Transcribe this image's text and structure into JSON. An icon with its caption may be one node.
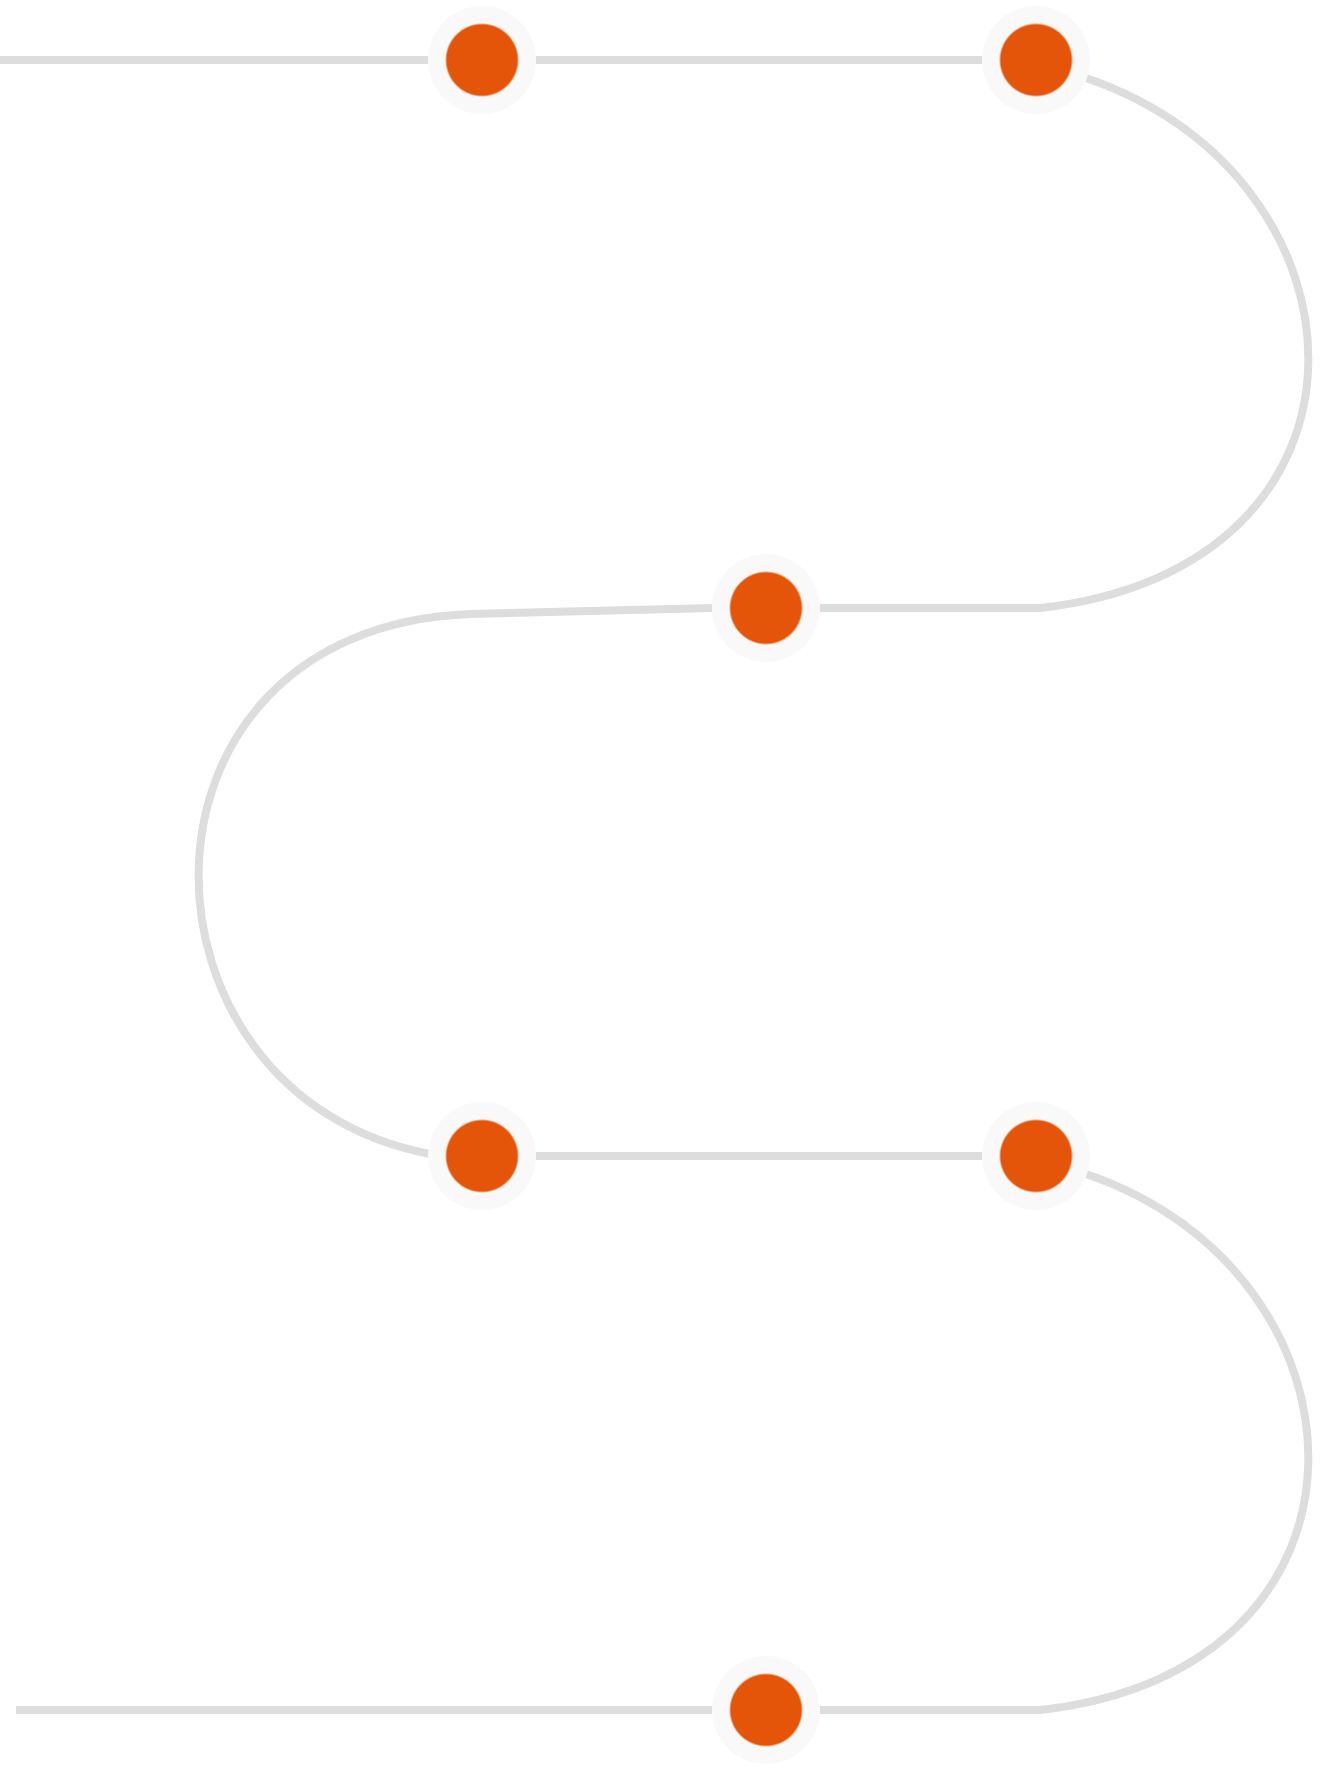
{
  "diagram": {
    "nodes": [
      {
        "text": [],
        "shape": "circle"
      },
      {
        "text": [],
        "shape": "circle"
      },
      {
        "text": [],
        "shape": "circle"
      },
      {
        "text": [],
        "shape": "circle"
      },
      {
        "text": [],
        "shape": "circle"
      },
      {
        "text": [],
        "shape": "circle"
      }
    ],
    "edges": [
      {
        "from": null,
        "to": 0,
        "arrow": "none"
      },
      {
        "from": 0,
        "to": 1,
        "arrow": "none"
      },
      {
        "from": 1,
        "to": 2,
        "arrow": "none"
      },
      {
        "from": 2,
        "to": 3,
        "arrow": "none"
      },
      {
        "from": 3,
        "to": 4,
        "arrow": "none"
      },
      {
        "from": 4,
        "to": 5,
        "arrow": "none"
      },
      {
        "from": 5,
        "to": null,
        "arrow": "none"
      }
    ]
  }
}
